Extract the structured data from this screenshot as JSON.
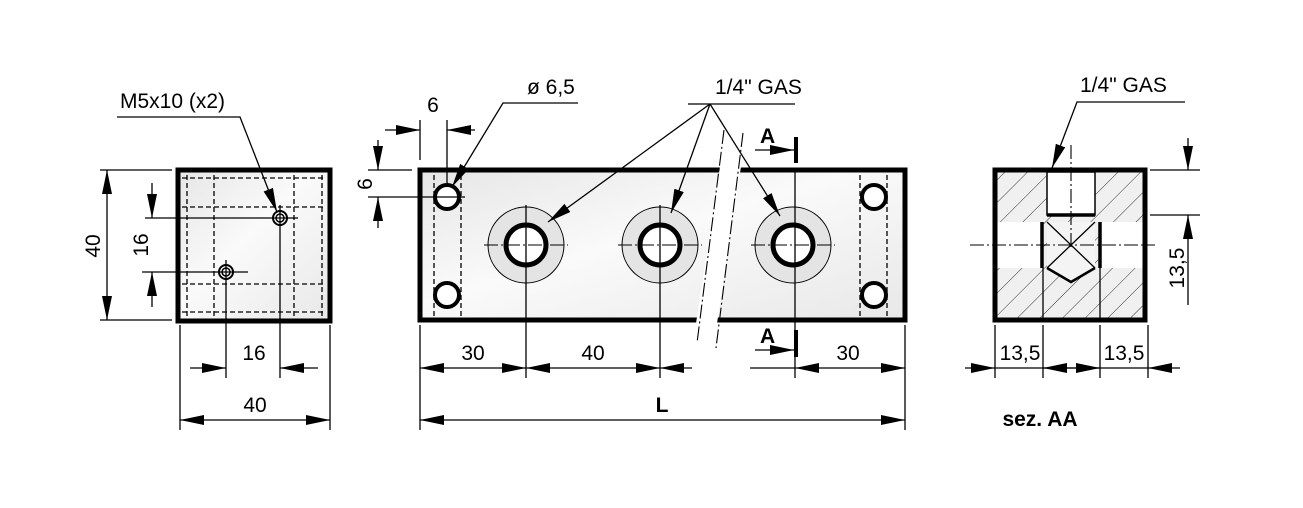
{
  "side_view": {
    "thread_label": "M5x10 (x2)",
    "dim_height": "40",
    "dim_hole_spacing_v": "16",
    "dim_hole_spacing_h": "16",
    "dim_width": "40"
  },
  "front_view": {
    "hole_label": "ø 6,5",
    "port_label": "1/4\"  GAS",
    "dim_edge_x": "6",
    "dim_edge_y": "6",
    "dim_first": "30",
    "dim_pitch": "40",
    "dim_last": "30",
    "dim_length": "L",
    "section_mark_top": "A",
    "section_mark_bottom": "A"
  },
  "section_view": {
    "port_label": "1/4\"  GAS",
    "dim_depth": "13,5",
    "dim_left": "13,5",
    "dim_right": "13,5",
    "title": "sez. AA"
  }
}
